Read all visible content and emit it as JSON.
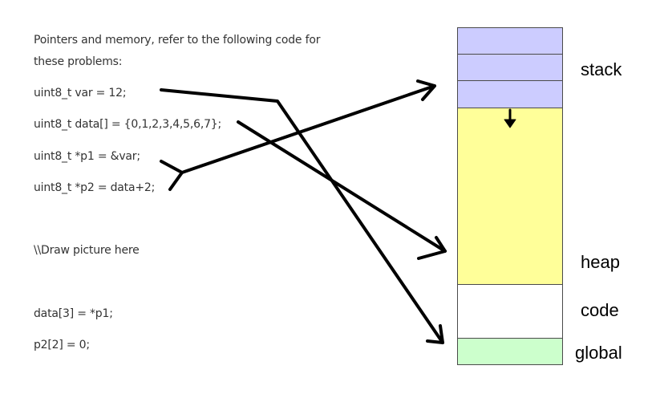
{
  "intro": {
    "line1": "Pointers and memory, refer to the following code for",
    "line2": "these problems:"
  },
  "code": {
    "decl_var": "uint8_t var = 12;",
    "decl_data": "uint8_t data[] = {0,1,2,3,4,5,6,7};",
    "decl_p1": "uint8_t *p1 = &var;",
    "decl_p2": "uint8_t *p2 = data+2;",
    "draw_note": "\\\\Draw picture here",
    "stmt_assign_data": "data[3] = *p1;",
    "stmt_assign_p2": "p2[2] = 0;"
  },
  "memory": {
    "labels": {
      "stack": "stack",
      "heap": "heap",
      "code": "code",
      "global": "global"
    },
    "colors": {
      "stack": "#ccccff",
      "heap": "#ffff99",
      "code": "#ffffff",
      "global": "#ccffcc",
      "border": "#4a4a4a",
      "ink": "#000000"
    }
  },
  "icons": {
    "stack_growth": "arrow-down-icon"
  }
}
